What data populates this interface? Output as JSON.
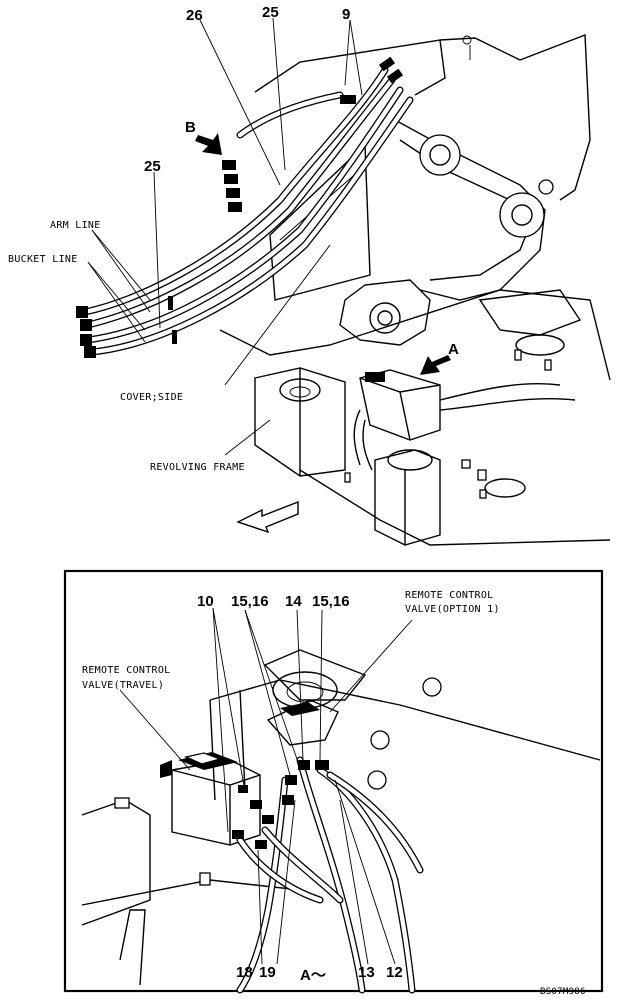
{
  "top_view": {
    "part_labels": {
      "p26": "26",
      "p25_top": "25",
      "p9": "9",
      "p25_left": "25"
    },
    "view_arrow_b": "B",
    "view_arrow_a": "A",
    "text_labels": {
      "arm_line": "ARM LINE",
      "bucket_line": "BUCKET LINE",
      "cover_side": "COVER;SIDE",
      "revolving_frame": "REVOLVING FRAME"
    }
  },
  "detail_view": {
    "part_labels": {
      "p10": "10",
      "p15_16_a": "15,16",
      "p14": "14",
      "p15_16_b": "15,16",
      "p18": "18",
      "p19": "19",
      "p13": "13",
      "p12": "12"
    },
    "remote_valve_travel": [
      "REMOTE CONTROL",
      "VALVE(TRAVEL)"
    ],
    "remote_valve_option": [
      "REMOTE CONTROL",
      "VALVE(OPTION 1)"
    ],
    "view_title": "A～"
  },
  "drawing_code": "BS07M986"
}
